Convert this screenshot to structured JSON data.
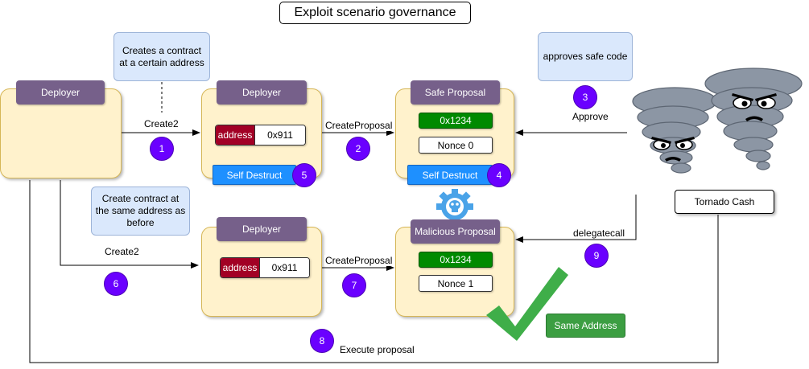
{
  "title": "Exploit scenario governance",
  "notes": {
    "create_contract": "Creates a contract at a certain address",
    "approves": "approves safe code",
    "create_same": "Create contract at the same address as before"
  },
  "deployer_main": {
    "header": "Deployer"
  },
  "deployer_top": {
    "header": "Deployer",
    "address_key": "address",
    "address_value": "0x911",
    "self_destruct": "Self Destruct"
  },
  "deployer_bottom": {
    "header": "Deployer",
    "address_key": "address",
    "address_value": "0x911"
  },
  "safe_proposal": {
    "header": "Safe Proposal",
    "value": "0x1234",
    "nonce": "Nonce 0",
    "self_destruct": "Self Destruct"
  },
  "malicious_proposal": {
    "header": "Malicious Proposal",
    "value": "0x1234",
    "nonce": "Nonce 1"
  },
  "edges": {
    "create2_top": "Create2",
    "create_proposal_top": "CreateProposal",
    "approve": "Approve",
    "create2_bottom": "Create2",
    "create_proposal_bottom": "CreateProposal",
    "delegatecall": "delegatecall",
    "execute_proposal": "Execute proposal"
  },
  "steps": [
    "1",
    "2",
    "3",
    "4",
    "5",
    "6",
    "7",
    "8",
    "9"
  ],
  "same_address": "Same Address",
  "tornado_label": "Tornado Cash",
  "icons": {
    "check": "check-mark-icon",
    "tornado": "tornado-icon",
    "gear_skull": "gear-skull-icon"
  },
  "colors": {
    "card_fill": "#fff2cc",
    "header_fill": "#76608a",
    "step_fill": "#6a00ff",
    "address_key": "#a20025",
    "green": "#008a00",
    "blue_button": "#1e90ff",
    "note_fill": "#dae8fc"
  }
}
